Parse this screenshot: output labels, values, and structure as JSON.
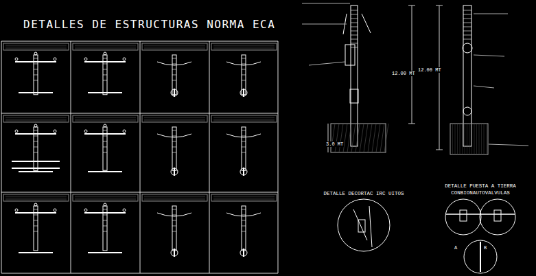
{
  "diagram": {
    "title": "DETALLES DE ESTRUCTURAS NORMA ECA",
    "nodes": [
      {
        "text": [
          "DETALLE DECORTAC IRC UITOS"
        ]
      },
      {
        "text": [
          "DETALLE PUESTA A TIERRA CONBIONAUTOVALVULAS"
        ]
      }
    ],
    "labels": [
      "12.00 MT",
      "12.00 MT",
      "3.0 MT",
      "A",
      "B"
    ]
  }
}
